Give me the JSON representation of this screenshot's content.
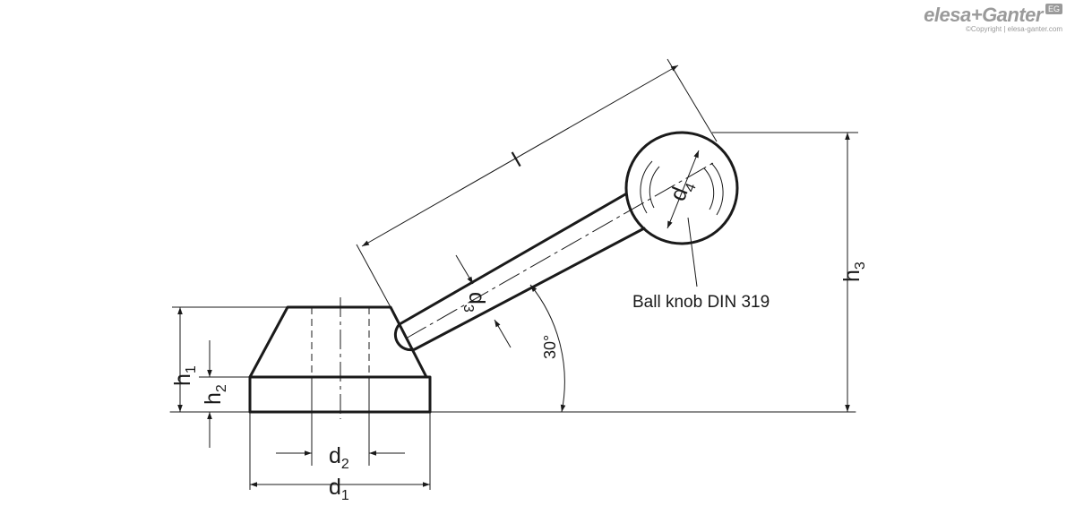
{
  "brand": {
    "name": "elesa+Ganter",
    "mark": "EG",
    "copyright": "©Copyright | elesa-ganter.com"
  },
  "dimensions": {
    "l": "l",
    "d1": {
      "base": "d",
      "sub": "1"
    },
    "d2": {
      "base": "d",
      "sub": "2"
    },
    "d3": {
      "base": "d",
      "sub": "3"
    },
    "d4": {
      "base": "d",
      "sub": "4"
    },
    "h1": {
      "base": "h",
      "sub": "1"
    },
    "h2": {
      "base": "h",
      "sub": "2"
    },
    "h3": {
      "base": "h",
      "sub": "3"
    }
  },
  "angle": "30°",
  "note": "Ball knob DIN 319",
  "colors": {
    "line": "#1a1a1a",
    "brand": "#9a9a9a"
  }
}
